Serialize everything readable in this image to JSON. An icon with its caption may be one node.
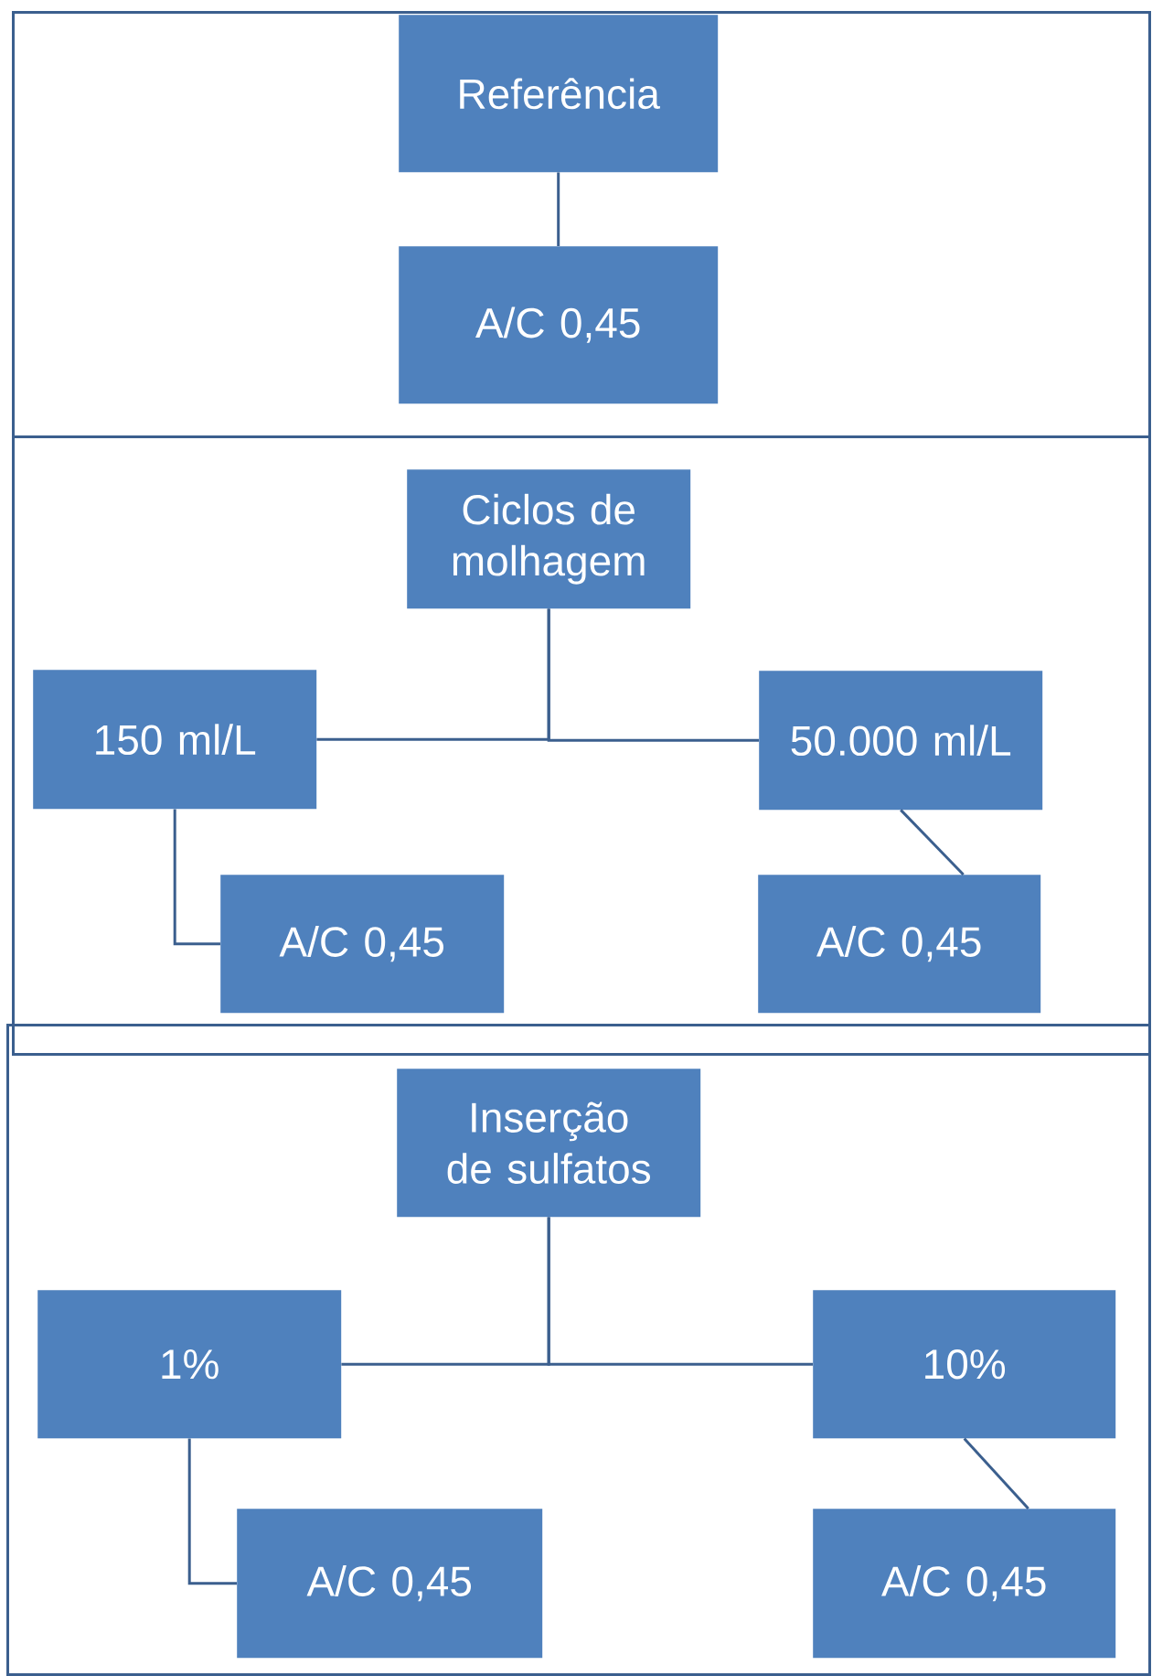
{
  "diagram": {
    "nodes": [
      {
        "text": [],
        "shape": "box"
      },
      {
        "text": [
          "Referência"
        ],
        "in": 0
      },
      {
        "text": [
          "A/C 0,45"
        ],
        "in": 0
      },
      {
        "text": [],
        "shape": "box"
      },
      {
        "text": [
          "Ciclos de molhagem"
        ],
        "in": 3
      },
      {
        "text": [
          "150 ml/L"
        ],
        "in": 3
      },
      {
        "text": [
          "50.000 ml/L"
        ],
        "in": 3
      },
      {
        "text": [
          "A/C 0,45"
        ],
        "in": 3
      },
      {
        "text": [
          "A/C 0,45"
        ],
        "in": 3
      },
      {
        "text": [],
        "shape": "box"
      },
      {
        "text": [
          "Inserção de sulfatos"
        ],
        "in": 9
      },
      {
        "text": [
          "1%"
        ],
        "in": 9
      },
      {
        "text": [
          "10%"
        ],
        "in": 9
      },
      {
        "text": [
          "A/C 0,45"
        ],
        "in": 9
      },
      {
        "text": [
          "A/C 0,45"
        ],
        "in": 9
      }
    ],
    "edges": [
      {
        "from": 1,
        "to": 2,
        "arrow": "none"
      },
      {
        "from": 4,
        "to": 5,
        "arrow": "none"
      },
      {
        "from": 4,
        "to": 6,
        "arrow": "none"
      },
      {
        "from": 5,
        "to": 7,
        "arrow": "none"
      },
      {
        "from": 6,
        "to": 8,
        "arrow": "none"
      },
      {
        "from": 10,
        "to": 11,
        "arrow": "none"
      },
      {
        "from": 10,
        "to": 12,
        "arrow": "none"
      },
      {
        "from": 11,
        "to": 13,
        "arrow": "none"
      },
      {
        "from": 12,
        "to": 14,
        "arrow": "none"
      }
    ]
  }
}
